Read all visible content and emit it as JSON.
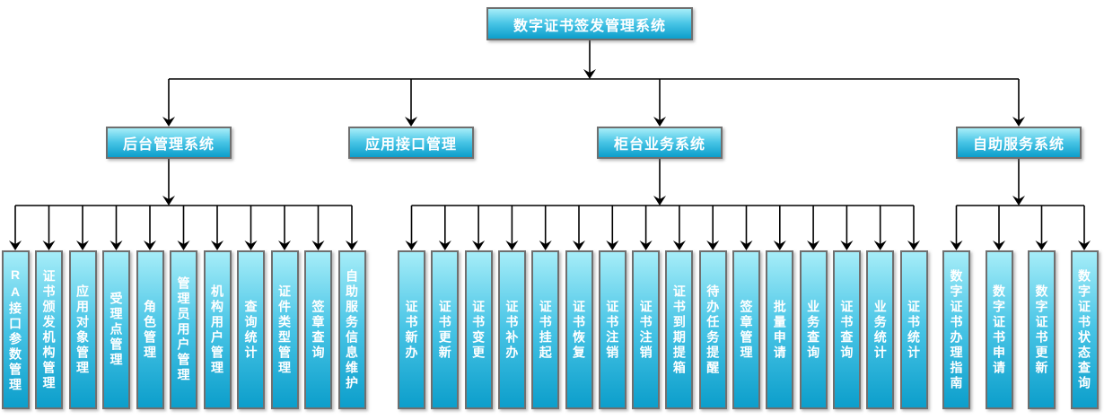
{
  "root": {
    "label": "数字证书签发管理系统"
  },
  "branches": [
    {
      "label": "后台管理系统",
      "children": [
        "RA接口参数管理",
        "证书颁发机构管理",
        "应用对象管理",
        "受理点管理",
        "角色管理",
        "管理员用户管理",
        "机构用户管理",
        "查询统计",
        "证件类型管理",
        "签章查询",
        "自助服务信息维护"
      ]
    },
    {
      "label": "应用接口管理",
      "children": []
    },
    {
      "label": "柜台业务系统",
      "children": [
        "证书新办",
        "证书更新",
        "证书变更",
        "证书补办",
        "证书挂起",
        "证书恢复",
        "证书注销",
        "证书注销",
        "证书到期提箱",
        "待办任务提醒",
        "签章管理",
        "批量申请",
        "业务查询",
        "证书查询",
        "业务统计",
        "证书统计"
      ]
    },
    {
      "label": "自助服务系统",
      "children": [
        "数字证书办理指南",
        "数字证书申请",
        "数字证书更新",
        "数字证书状态查询"
      ]
    }
  ],
  "colors": {
    "box_gradient_top": "#a6edf8",
    "box_gradient_mid": "#49c5e6",
    "box_gradient_bottom": "#0c9ecb",
    "box_border": "#6f6f6f",
    "connector": "#000000",
    "text": "#ffffff",
    "canvas_background": "#ffffff"
  }
}
